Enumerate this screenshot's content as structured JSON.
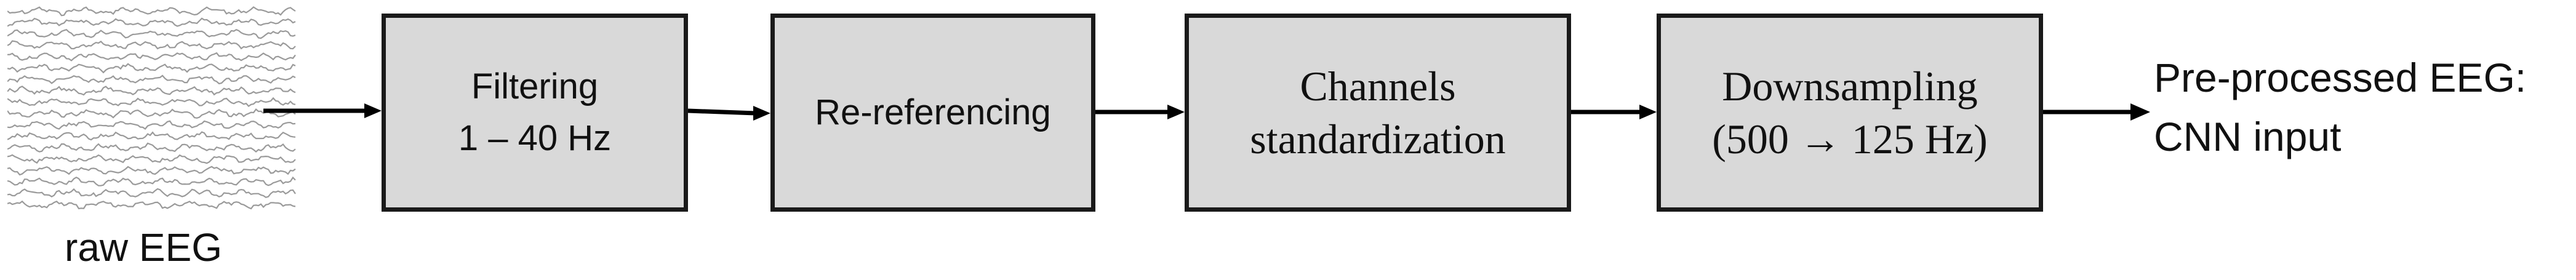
{
  "input": {
    "label": "raw EEG",
    "icon": "eeg-waveform-icon"
  },
  "steps": [
    {
      "lines": [
        "Filtering",
        "1 – 40 Hz"
      ]
    },
    {
      "lines": [
        "Re-referencing"
      ]
    },
    {
      "lines": [
        "Channels",
        "standardization"
      ]
    },
    {
      "lines": [
        "Downsampling",
        "(500 → 125 Hz)"
      ]
    }
  ],
  "output": {
    "lines": [
      "Pre-processed EEG:",
      "CNN input"
    ]
  },
  "colors": {
    "box_fill": "#d9d9d9",
    "box_border": "#1a1a1a",
    "arrow": "#000000",
    "signal": "#9a9a9a"
  }
}
